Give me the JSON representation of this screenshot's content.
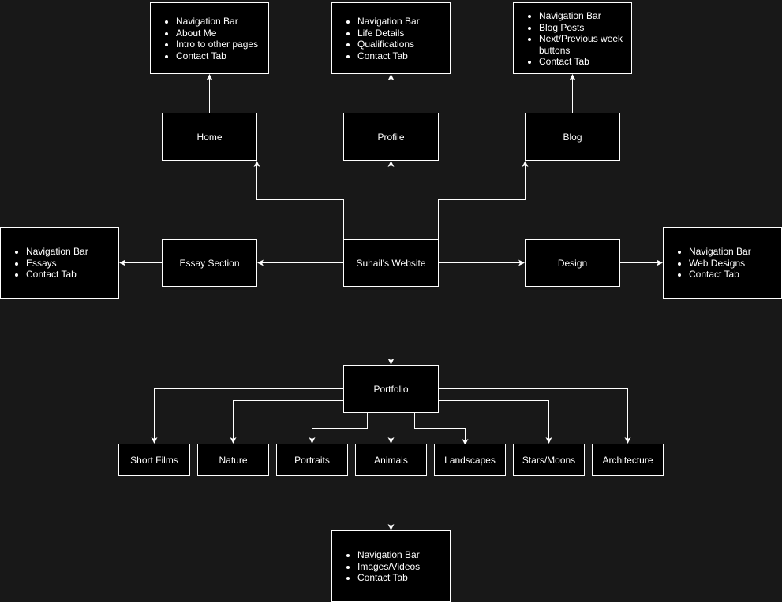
{
  "colors": {
    "background": "#181818",
    "box_fill": "#000000",
    "stroke": "#ffffff",
    "text": "#ffffff"
  },
  "nodes": {
    "home": "Home",
    "profile": "Profile",
    "blog": "Blog",
    "essay": "Essay Section",
    "center": "Suhail's Website",
    "design": "Design",
    "portfolio": "Portfolio",
    "short_films": "Short Films",
    "nature": "Nature",
    "portraits": "Portraits",
    "animals": "Animals",
    "landscapes": "Landscapes",
    "stars_moons": "Stars/Moons",
    "architecture": "Architecture"
  },
  "notes": {
    "home": [
      "Navigation Bar",
      "About Me",
      "Intro to other pages",
      "Contact Tab"
    ],
    "profile": [
      "Navigation Bar",
      "Life Details",
      "Qualifications",
      "Contact Tab"
    ],
    "blog": [
      "Navigation Bar",
      "Blog Posts",
      "Next/Previous week buttons",
      "Contact Tab"
    ],
    "essay": [
      "Navigation Bar",
      "Essays",
      "Contact Tab"
    ],
    "design": [
      "Navigation Bar",
      "Web Designs",
      "Contact Tab"
    ],
    "animals": [
      "Navigation Bar",
      "Images/Videos",
      "Contact Tab"
    ]
  }
}
